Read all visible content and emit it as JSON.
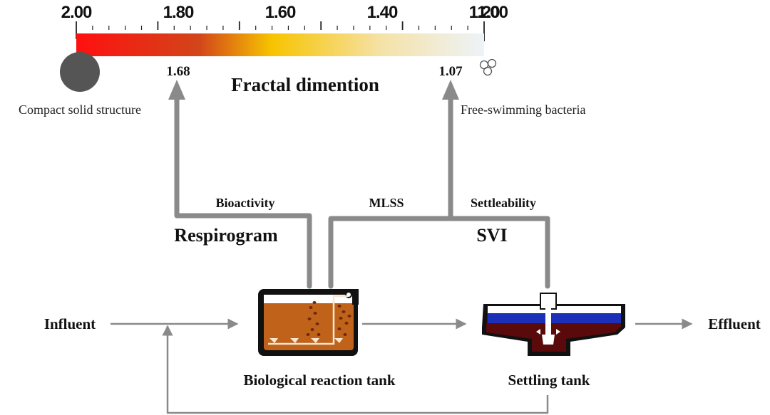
{
  "scale": {
    "title": "Fractal dimention",
    "min": 1.0,
    "max": 2.0,
    "tick_labels": [
      "2.00",
      "1.80",
      "1.60",
      "1.40",
      "1.20",
      "1.00"
    ],
    "markers": [
      {
        "label": "1.68",
        "value": 1.68
      },
      {
        "label": "1.07",
        "value": 1.07
      }
    ],
    "gradient_colors": [
      "#ff1010",
      "#d2451a",
      "#f7c400",
      "#f5e9b8",
      "#edf3f8"
    ],
    "left_label": "Compact solid structure",
    "right_label": "Free-swimming bacteria"
  },
  "measurements": {
    "respirogram": "Respirogram",
    "bioactivity": "Bioactivity",
    "mlss": "MLSS",
    "settleability": "Settleability",
    "svi": "SVI"
  },
  "process": {
    "influent": "Influent",
    "effluent": "Effluent",
    "reactor_label": "Biological reaction tank",
    "settler_label": "Settling tank"
  },
  "colors": {
    "arrow_gray": "#8a8a8a",
    "sludge_brown": "#c0621a",
    "water_blue": "#1b2fb8",
    "sludge_dark": "#5a0a0a",
    "solid_circle": "#555555"
  }
}
